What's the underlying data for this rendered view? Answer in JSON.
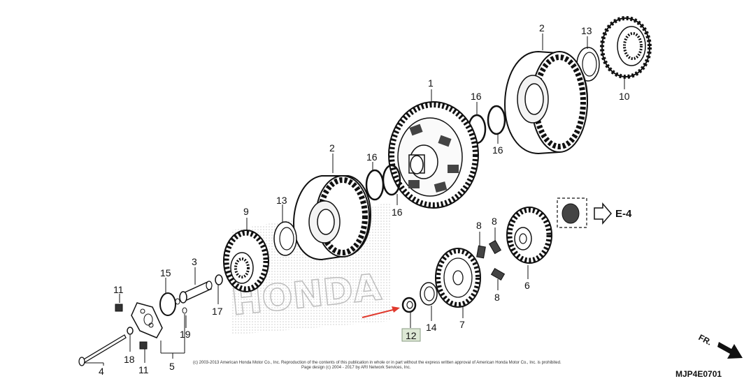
{
  "diagram": {
    "callouts": {
      "c1": "1",
      "c2a": "2",
      "c2b": "2",
      "c3": "3",
      "c4": "4",
      "c5": "5",
      "c6": "6",
      "c7": "7",
      "c8a": "8",
      "c8b": "8",
      "c8c": "8",
      "c9": "9",
      "c10": "10",
      "c11a": "11",
      "c11b": "11",
      "c12": "12",
      "c13a": "13",
      "c13b": "13",
      "c14": "14",
      "c15": "15",
      "c16a": "16",
      "c16b": "16",
      "c16c": "16",
      "c16d": "16",
      "c17": "17",
      "c18": "18",
      "c19": "19"
    },
    "reference_label": "E-4",
    "front_indicator": "FR.",
    "diagram_code": "MJP4E0701",
    "watermark_text": "HONDA",
    "copyright_line1": "(c) 2003-2013 American Honda Motor Co., Inc. Reproduction of the contents of this publication in whole or in part without the express written approval of American Honda Motor Co., Inc. is prohibited.",
    "copyright_line2": "Page design (c) 2004 - 2017 by ARI Network Services, Inc.",
    "colors": {
      "line": "#1a1a1a",
      "highlight_box": "#dde8d5",
      "highlight_border": "#8a9c84",
      "arrow": "#e03a2e",
      "watermark": "#c9c9c9"
    }
  }
}
